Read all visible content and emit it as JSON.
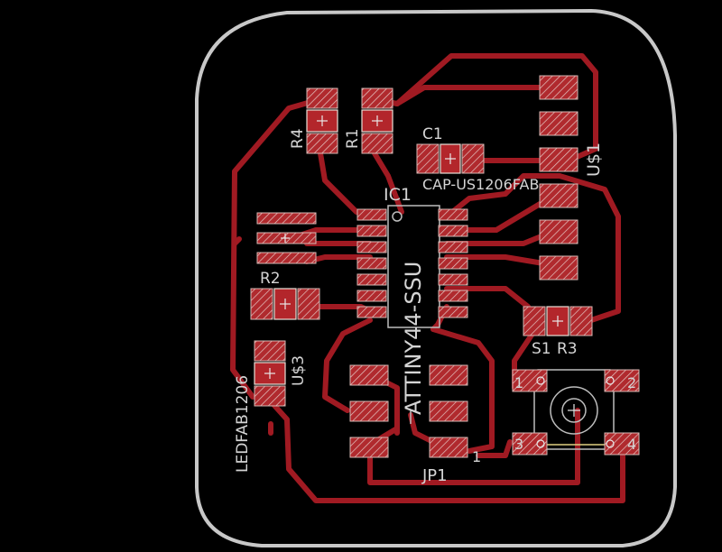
{
  "board": {
    "background": "#000000",
    "copper_color": "#a01a22",
    "silk_color": "#d4d4d4"
  },
  "labels": {
    "r4": "R4",
    "r1": "R1",
    "c1": "C1",
    "cap": "CAP-US1206FAB",
    "us1": "U$1",
    "ic1": "IC1",
    "attiny": "ATTINY44-SSU",
    "r2": "R2",
    "s1": "S1",
    "r3": "R3",
    "ledfab": "LEDFAB1206",
    "us3": "U$3",
    "jp1": "JP1",
    "pin1": "1",
    "sw1": "1",
    "sw2": "2",
    "sw3": "3",
    "sw4": "4"
  }
}
